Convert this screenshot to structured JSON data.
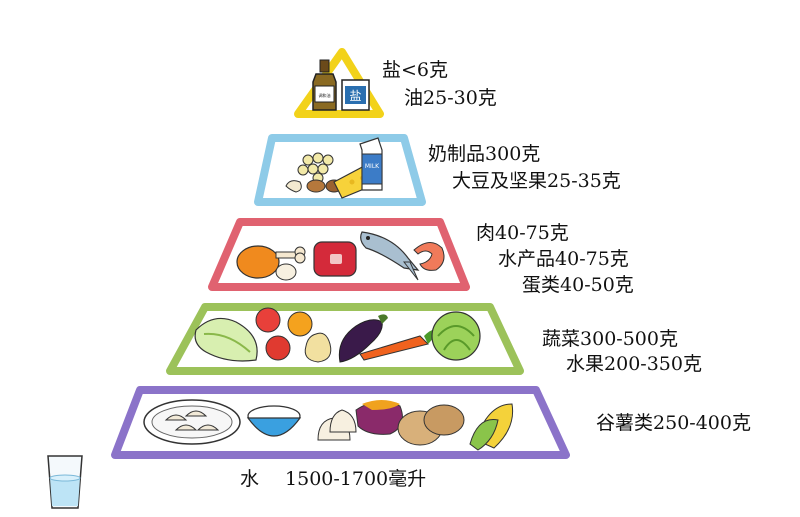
{
  "tiers": [
    {
      "id": "salt-oil",
      "border_color": "#f2d21a",
      "items": [
        {
          "name": "盐",
          "amount": "<6克"
        },
        {
          "name": "油",
          "amount": "25-30克"
        }
      ],
      "icon_texts": {
        "salt_box": "盐",
        "oil_bottle": "调和油"
      }
    },
    {
      "id": "dairy-soy-nuts",
      "border_color": "#8ecbe8",
      "items": [
        {
          "name": "奶制品",
          "amount": "300克"
        },
        {
          "name": "大豆及坚果",
          "amount": "25-35克"
        }
      ],
      "icon_texts": {
        "milk_carton": "MILK"
      }
    },
    {
      "id": "meat-fish-eggs",
      "border_color": "#e06270",
      "items": [
        {
          "name": "肉",
          "amount": "40-75克"
        },
        {
          "name": "水产品",
          "amount": "40-75克"
        },
        {
          "name": "蛋类",
          "amount": "40-50克"
        }
      ]
    },
    {
      "id": "veg-fruit",
      "border_color": "#9cc25a",
      "items": [
        {
          "name": "蔬菜",
          "amount": "300-500克"
        },
        {
          "name": "水果",
          "amount": "200-350克"
        }
      ]
    },
    {
      "id": "grains",
      "border_color": "#8b73c9",
      "items": [
        {
          "name": "谷薯类",
          "amount": "250-400克"
        }
      ]
    }
  ],
  "water": {
    "name": "水",
    "amount": "1500-1700毫升"
  }
}
